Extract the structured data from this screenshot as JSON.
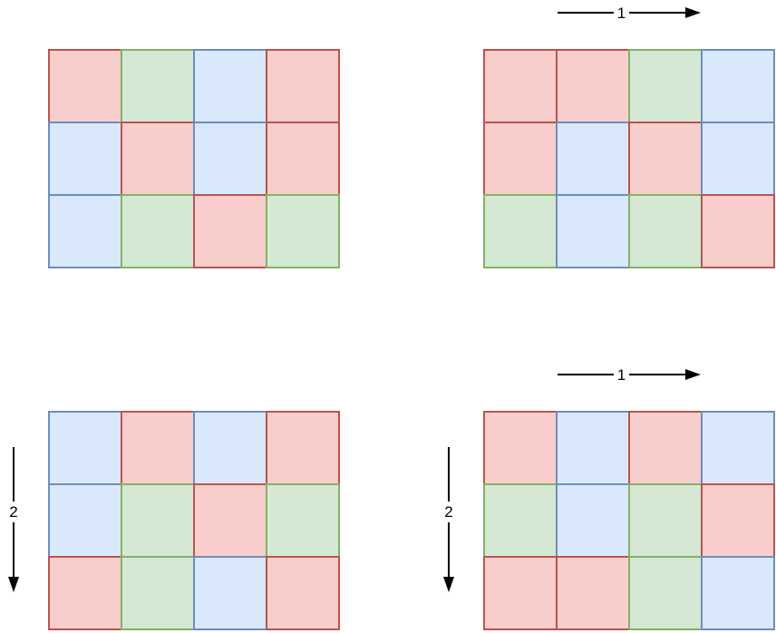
{
  "palette": {
    "red": {
      "fill": "#F8CECC",
      "stroke": "#B85450"
    },
    "green": {
      "fill": "#D5E8D4",
      "stroke": "#82B366"
    },
    "blue": {
      "fill": "#DAE8FC",
      "stroke": "#6C8EBF"
    }
  },
  "arrows": [
    {
      "id": "arrow-1-top",
      "label": "1",
      "direction": "right"
    },
    {
      "id": "arrow-1-bottom",
      "label": "1",
      "direction": "right"
    },
    {
      "id": "arrow-2-left",
      "label": "2",
      "direction": "down"
    },
    {
      "id": "arrow-2-right",
      "label": "2",
      "direction": "down"
    }
  ],
  "grids": [
    {
      "id": "top-left",
      "rows": [
        [
          "red",
          "green",
          "blue",
          "red"
        ],
        [
          "blue",
          "red",
          "blue",
          "red"
        ],
        [
          "blue",
          "green",
          "red",
          "green"
        ]
      ]
    },
    {
      "id": "top-right",
      "rows": [
        [
          "red",
          "red",
          "green",
          "blue"
        ],
        [
          "red",
          "blue",
          "red",
          "blue"
        ],
        [
          "green",
          "blue",
          "green",
          "red"
        ]
      ]
    },
    {
      "id": "bottom-left",
      "rows": [
        [
          "blue",
          "red",
          "blue",
          "red"
        ],
        [
          "blue",
          "green",
          "red",
          "green"
        ],
        [
          "red",
          "green",
          "blue",
          "red"
        ]
      ]
    },
    {
      "id": "bottom-right",
      "rows": [
        [
          "red",
          "blue",
          "red",
          "blue"
        ],
        [
          "green",
          "blue",
          "green",
          "red"
        ],
        [
          "red",
          "red",
          "green",
          "blue"
        ]
      ]
    }
  ]
}
